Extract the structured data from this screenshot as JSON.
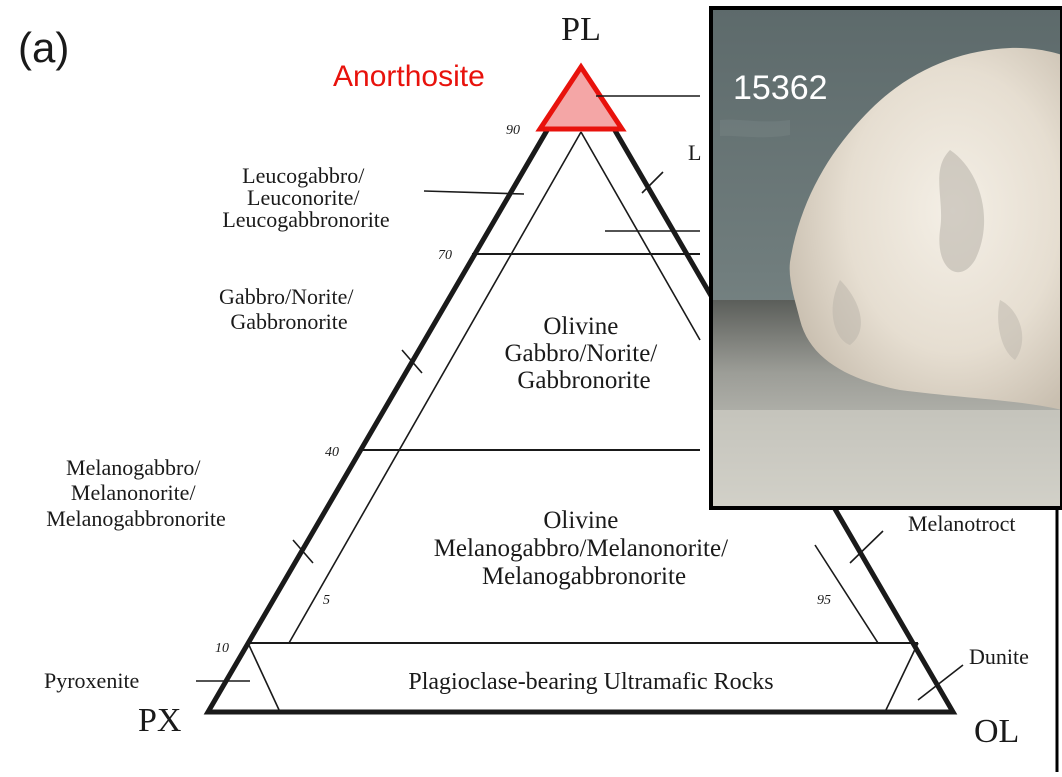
{
  "panel_label": "(a)",
  "apices": {
    "top": "PL",
    "left": "PX",
    "right": "OL"
  },
  "highlight": {
    "label": "Anorthosite",
    "color": "#e8120c",
    "fill": "#f4a6a6"
  },
  "fields": {
    "leuco": [
      "Leucogabbro/",
      "Leuconorite/",
      "Leucogabbronorite"
    ],
    "leuco_troctolite_partial": "L",
    "gabbro": [
      "Gabbro/Norite/",
      "Gabbronorite"
    ],
    "olivine_gabbro": [
      "Olivine",
      "Gabbro/Norite/",
      "Gabbronorite"
    ],
    "melano": [
      "Melanogabbro/",
      "Melanonorite/",
      "Melanogabbronorite"
    ],
    "olivine_melano": [
      "Olivine",
      "Melanogabbro/Melanonorite/",
      "Melanogabbronorite"
    ],
    "melanotroctolite_partial": "Melanotroct",
    "ultramafic": "Plagioclase-bearing Ultramafic Rocks",
    "pyroxenite": "Pyroxenite",
    "dunite": "Dunite"
  },
  "ticks": {
    "t90": "90",
    "t70": "70",
    "t40": "40",
    "t10": "10",
    "t5": "5",
    "t95": "95"
  },
  "photo": {
    "sample_id": "15362",
    "border_color": "#000000"
  }
}
